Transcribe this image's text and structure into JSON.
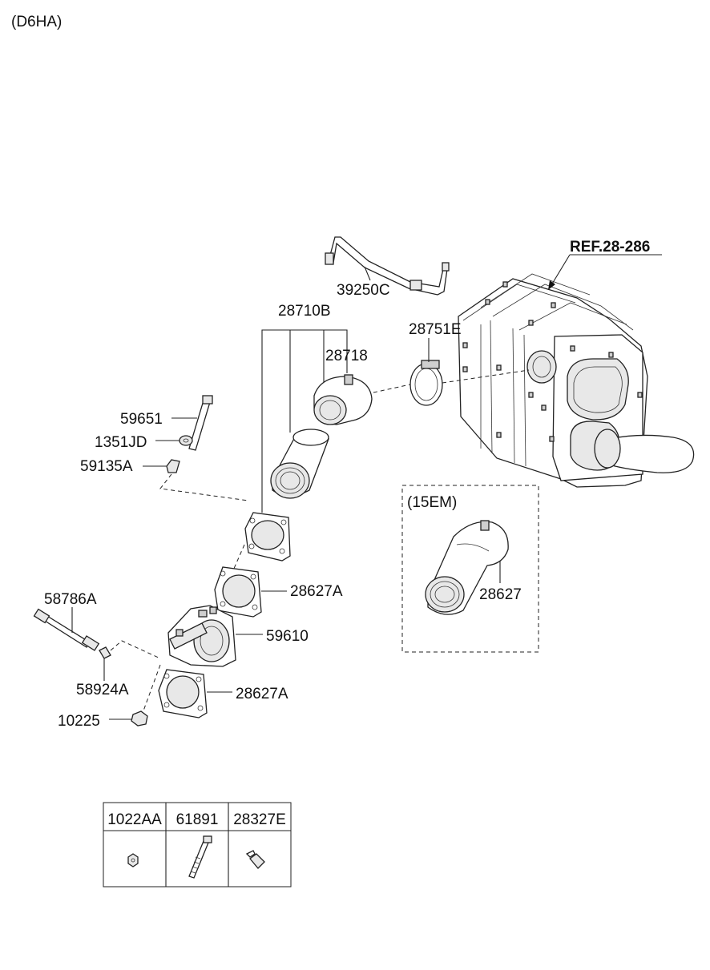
{
  "header": {
    "engine_code": "(D6HA)"
  },
  "labels": {
    "ref": "REF.28-286",
    "p39250C": "39250C",
    "p28710B": "28710B",
    "p28751E": "28751E",
    "p28718": "28718",
    "p59651": "59651",
    "p1351JD": "1351JD",
    "p59135A": "59135A",
    "p28627A_upper": "28627A",
    "p58786A": "58786A",
    "p59610": "59610",
    "p58924A": "58924A",
    "p28627A_lower": "28627A",
    "p10225": "10225"
  },
  "variant_box": {
    "title": "(15EM)",
    "part_label": "28627"
  },
  "parts_table": {
    "columns": [
      "1022AA",
      "61891",
      "28327E"
    ],
    "icons": [
      "nut-icon",
      "bolt-icon",
      "fitting-icon"
    ]
  }
}
